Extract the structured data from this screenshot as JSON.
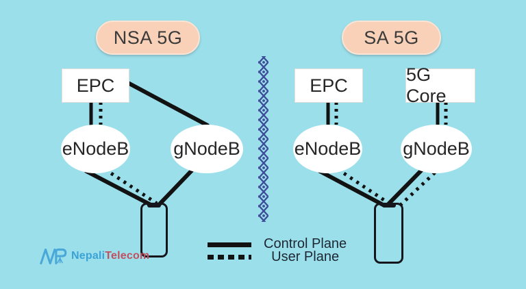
{
  "colors": {
    "background": "#9bdfeb",
    "pill_fill": "#f8d1b8",
    "pill_border": "#f9e4d5",
    "node_fill": "#ffffff",
    "line": "#121212",
    "divider": "#3d4d99",
    "text": "#262626",
    "logo_blue": "#3aa2d6",
    "logo_red": "#c24f5f"
  },
  "nsa": {
    "title": "NSA 5G",
    "nodes": {
      "epc": "EPC",
      "enodeb": "eNodeB",
      "gnodeb": "gNodeB"
    }
  },
  "sa": {
    "title": "SA 5G",
    "nodes": {
      "epc": "EPC",
      "core": "5G Core",
      "enodeb": "eNodeB",
      "gnodeb": "gNodeB"
    }
  },
  "legend": {
    "control": "Control Plane",
    "user": "User Plane"
  },
  "logo": {
    "name_part1": "Nepali",
    "name_part2": "Telecom"
  }
}
